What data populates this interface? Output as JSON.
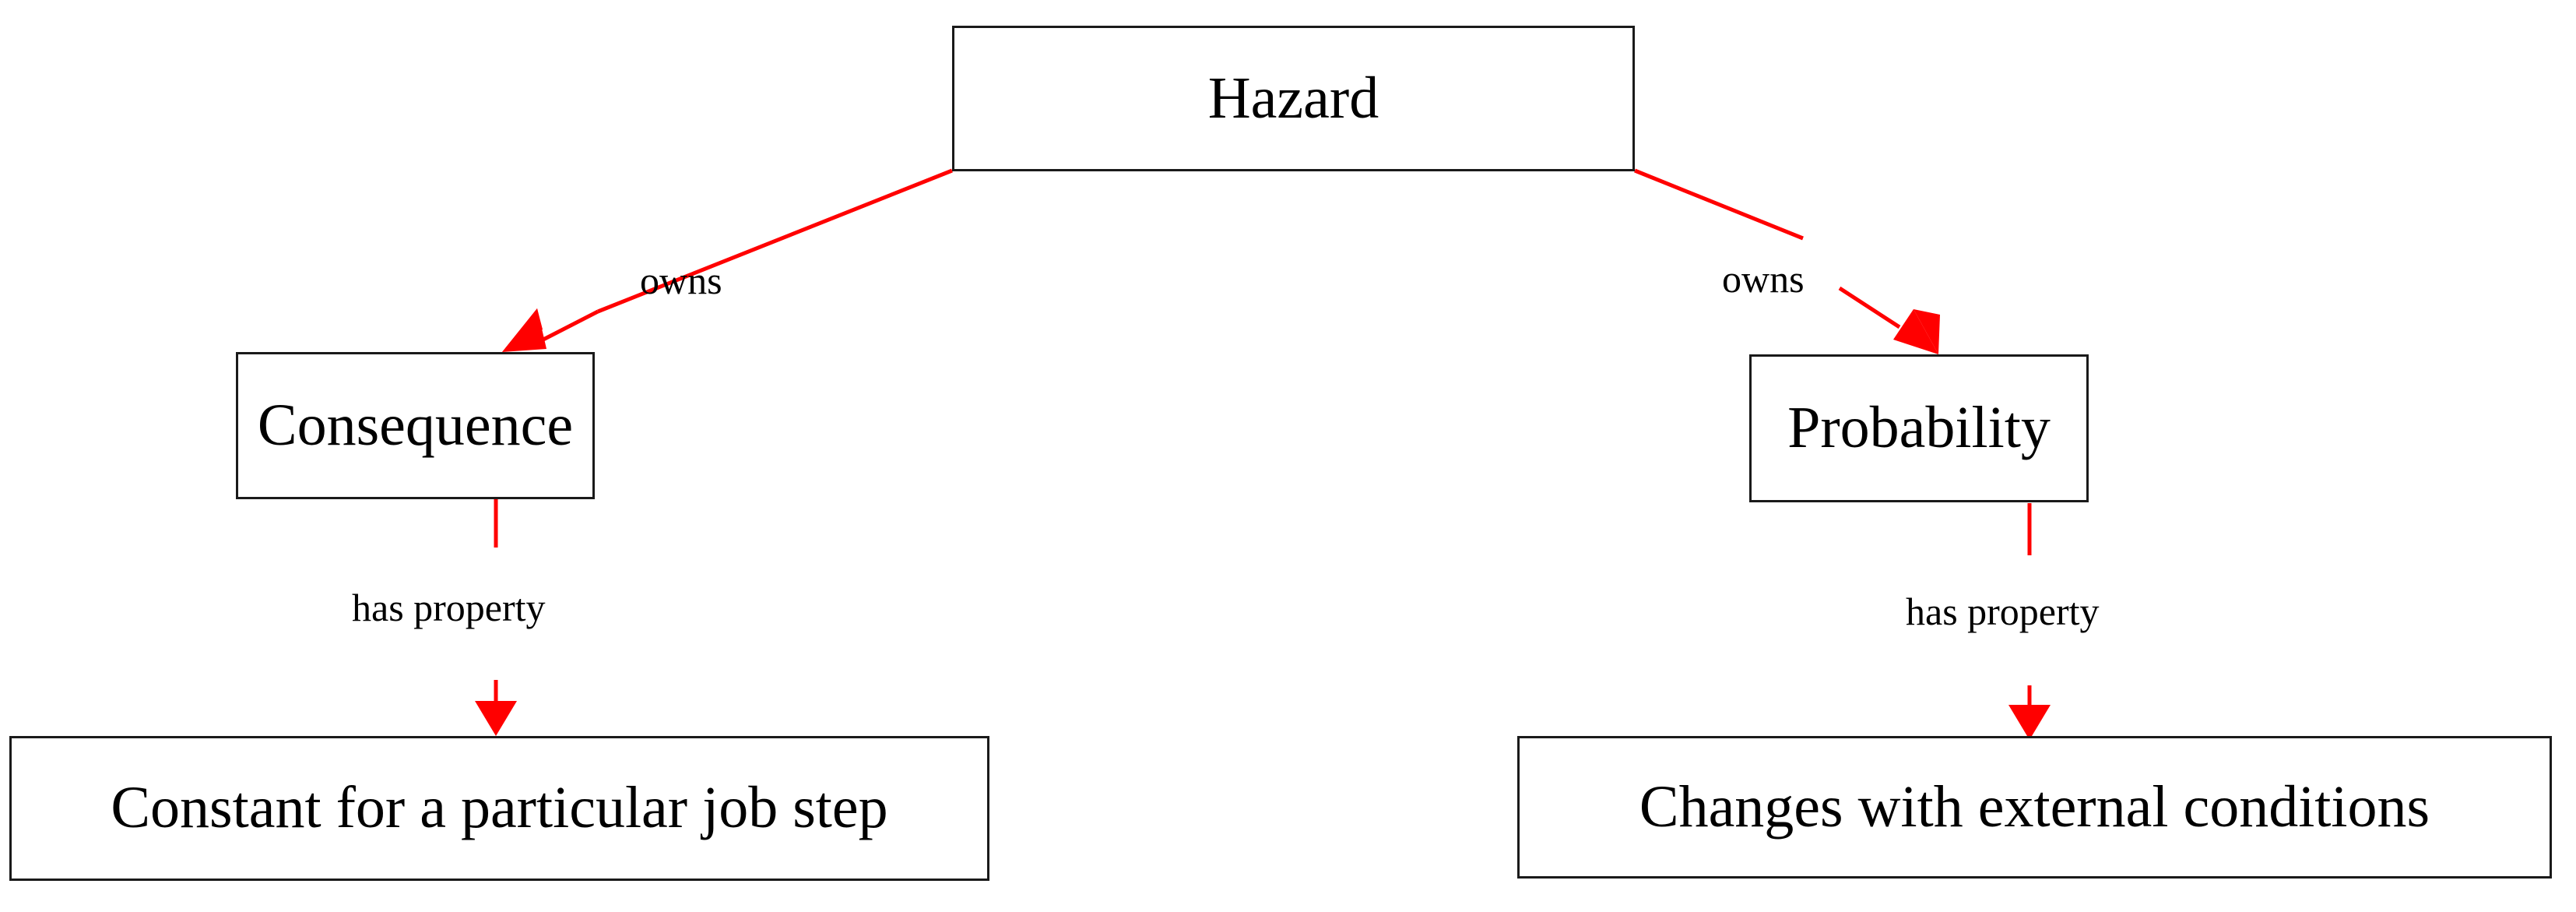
{
  "diagram": {
    "title": "Hazard ontology relationships",
    "background_color": "#ffffff",
    "node_border_color": "#1a1a1a",
    "edge_color": "#ff0000",
    "text_color": "#000000",
    "nodes": [
      {
        "id": "hazard",
        "label": "Hazard"
      },
      {
        "id": "consequence",
        "label": "Consequence"
      },
      {
        "id": "probability",
        "label": "Probability"
      },
      {
        "id": "constant",
        "label": "Constant for a particular job step"
      },
      {
        "id": "changes",
        "label": "Changes with external conditions"
      }
    ],
    "edges": [
      {
        "id": "hazard-owns-consequence",
        "from": "hazard",
        "to": "consequence",
        "label": "owns"
      },
      {
        "id": "hazard-owns-probability",
        "from": "hazard",
        "to": "probability",
        "label": "owns"
      },
      {
        "id": "consequence-hasproperty-constant",
        "from": "consequence",
        "to": "constant",
        "label": "has property"
      },
      {
        "id": "probability-hasproperty-changes",
        "from": "probability",
        "to": "changes",
        "label": "has property"
      }
    ]
  }
}
